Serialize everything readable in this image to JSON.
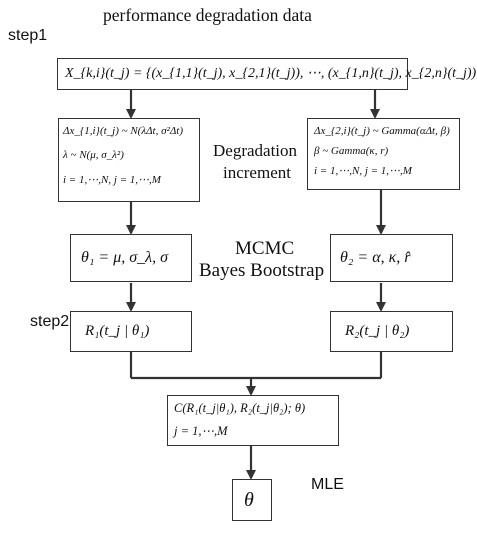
{
  "header": {
    "title": "performance degradation data"
  },
  "steps": {
    "step1": "step1",
    "step2": "step2"
  },
  "top_box": {
    "formula": "X_{k,i}(t_j) = {(x_{1,1}(t_j), x_{2,1}(t_j)), ⋯, (x_{1,n}(t_j), x_{2,n}(t_j))}"
  },
  "left_increment": {
    "line1": "Δx_{1,i}(t_j) ~ N(λΔt, σ²Δt)",
    "line2": "λ ~ N(μ, σ_λ²)",
    "line3": "i = 1,⋯,N, j = 1,⋯,M"
  },
  "right_increment": {
    "line1": "Δx_{2,i}(t_j) ~ Gamma(αΔt, β)",
    "line2": "β ~ Gamma(κ, r)",
    "line3": "i = 1,⋯,N, j = 1,⋯,M"
  },
  "middle_labels": {
    "degradation": "Degradation",
    "increment": "increment",
    "mcmc": "MCMC",
    "bootstrap": "Bayes Bootstrap",
    "mle": "MLE"
  },
  "theta_left": {
    "formula": "θ₁ = μ, σ_λ, σ"
  },
  "theta_right": {
    "formula": "θ₂ = α, κ, r̂"
  },
  "rel_left": {
    "formula": "R₁(t_j | θ₁)"
  },
  "rel_right": {
    "formula": "R₂(t_j | θ₂)"
  },
  "copula_box": {
    "line1": "C(R₁(t_j|θ₁), R₂(t_j|θ₂); θ)",
    "line2": "j = 1,⋯,M"
  },
  "result_box": {
    "formula": "θ"
  }
}
